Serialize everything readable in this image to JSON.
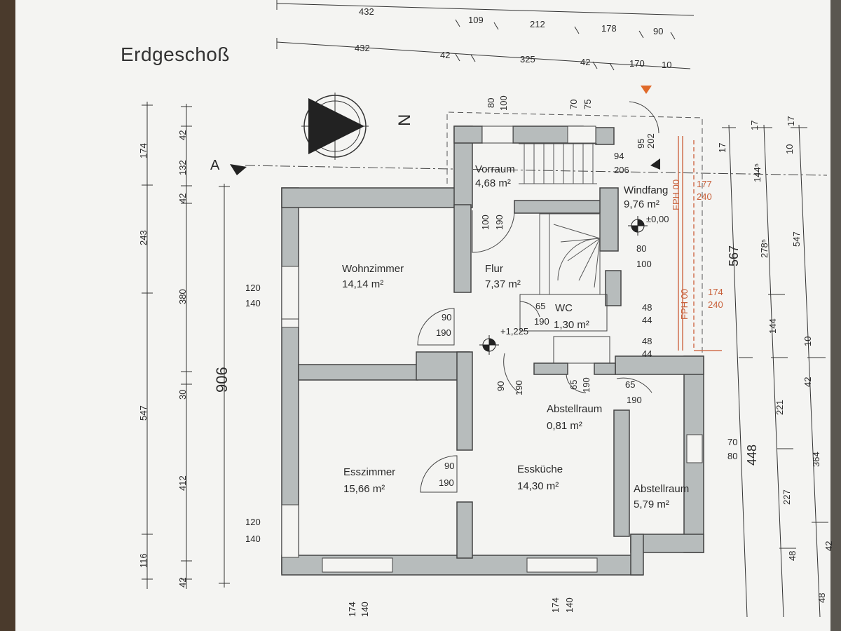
{
  "title": "Erdgeschoß",
  "north_label": "N",
  "section_label": "A",
  "rooms": [
    {
      "name": "Vorraum",
      "area": "4,68 m²"
    },
    {
      "name": "Windfang",
      "area": "9,76 m²"
    },
    {
      "name": "Wohnzimmer",
      "area": "14,14 m²"
    },
    {
      "name": "Flur",
      "area": "7,37 m²"
    },
    {
      "name": "WC",
      "area": "1,30 m²"
    },
    {
      "name": "Abstellraum",
      "area": "0,81 m²"
    },
    {
      "name": "Esszimmer",
      "area": "15,66 m²"
    },
    {
      "name": "Essküche",
      "area": "14,30 m²"
    },
    {
      "name": "Abstellraum",
      "area": "5,79 m²"
    }
  ],
  "levels": {
    "entry": "±0,00",
    "flur": "+1,225"
  },
  "fph_labels": [
    "FPH 00",
    "FPH 00"
  ],
  "dims": {
    "top_row1": [
      "432",
      "109",
      "212",
      "178",
      "90"
    ],
    "top_row2": [
      "432",
      "42",
      "325",
      "42",
      "170",
      "10"
    ],
    "left_col1": [
      "174",
      "243",
      "547",
      "116"
    ],
    "left_col2": [
      "42",
      "132",
      "42",
      "380",
      "30",
      "412",
      "42"
    ],
    "total_left": "906",
    "window_wohn": [
      "120",
      "140"
    ],
    "window_ess": [
      "120",
      "140"
    ],
    "bottom_windows": [
      "174",
      "140",
      "174",
      "140"
    ],
    "door_flur": [
      "90",
      "190"
    ],
    "door_ess": [
      "90",
      "190"
    ],
    "door_vorraum": [
      "100",
      "190"
    ],
    "door_kitchen": [
      "90",
      "190"
    ],
    "door_abst_small": [
      "65",
      "190"
    ],
    "door_abst_big": [
      "65",
      "190"
    ],
    "wc_door": [
      "65",
      "190"
    ],
    "windfang_door": [
      "80",
      "100"
    ],
    "stair_opening": [
      "94",
      "206"
    ],
    "window_top_a": [
      "80",
      "100"
    ],
    "window_top_b": [
      "70",
      "75"
    ],
    "small_top": [
      "95",
      "202"
    ],
    "red_a": [
      "177",
      "240"
    ],
    "red_b": [
      "174",
      "240"
    ],
    "right_pairs": [
      "48",
      "44",
      "48",
      "44"
    ],
    "right_window": [
      "70",
      "80"
    ],
    "right_col1": [
      "17",
      "567",
      "448"
    ],
    "right_col2": [
      "17",
      "144⁵",
      "278⁵",
      "144",
      "221",
      "227",
      "48"
    ],
    "right_col3": [
      "10",
      "17",
      "547",
      "10",
      "42",
      "364",
      "48",
      "42"
    ]
  }
}
